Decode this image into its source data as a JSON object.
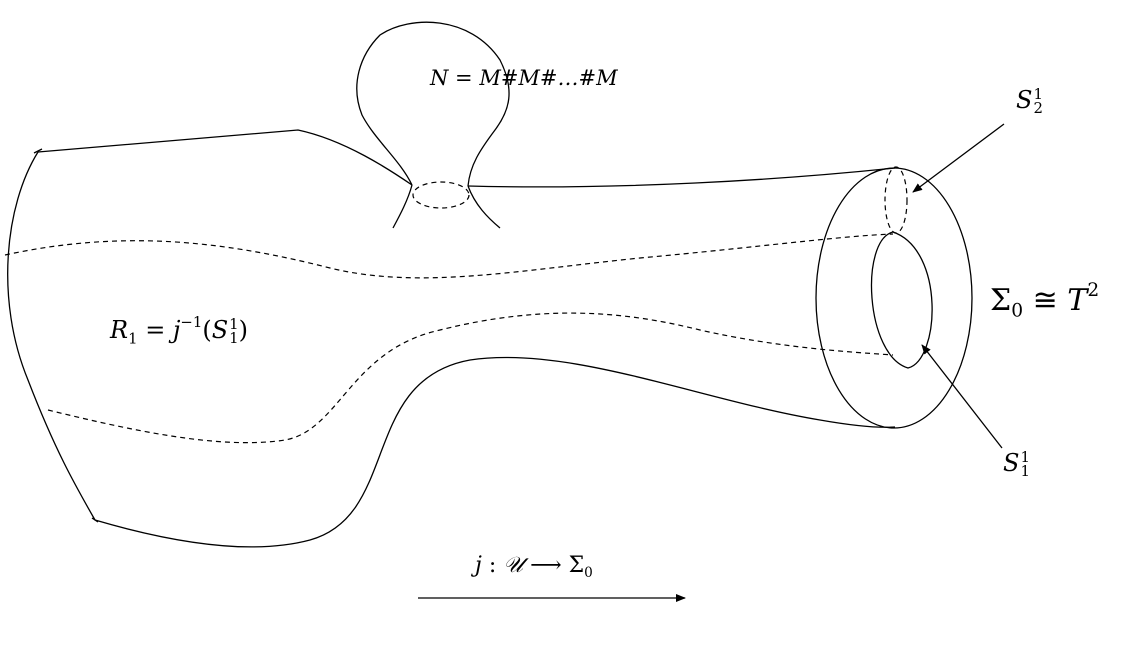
{
  "labels": {
    "connected_sum": {
      "text": "N = M#M#…#M"
    },
    "region": {
      "name": "R",
      "sub": "1",
      "eq": "=",
      "fn": "j",
      "inv": "−1",
      "arg_open": "(",
      "S": "S",
      "S_sup": "1",
      "S_sub": "1",
      "arg_close": ")"
    },
    "torus": {
      "name": "Σ",
      "sub": "0",
      "cong": "≅",
      "T": "T",
      "T_sup": "2"
    },
    "circle_top": {
      "S": "S",
      "sup": "1",
      "sub": "2"
    },
    "circle_bottom": {
      "S": "S",
      "sup": "1",
      "sub": "1"
    },
    "map": {
      "j": "j",
      "colon": ":",
      "U": "𝒰",
      "arrow": "⟶",
      "Sigma": "Σ",
      "sub": "0"
    }
  },
  "colors": {
    "ink": "#000000",
    "background": "#ffffff"
  }
}
